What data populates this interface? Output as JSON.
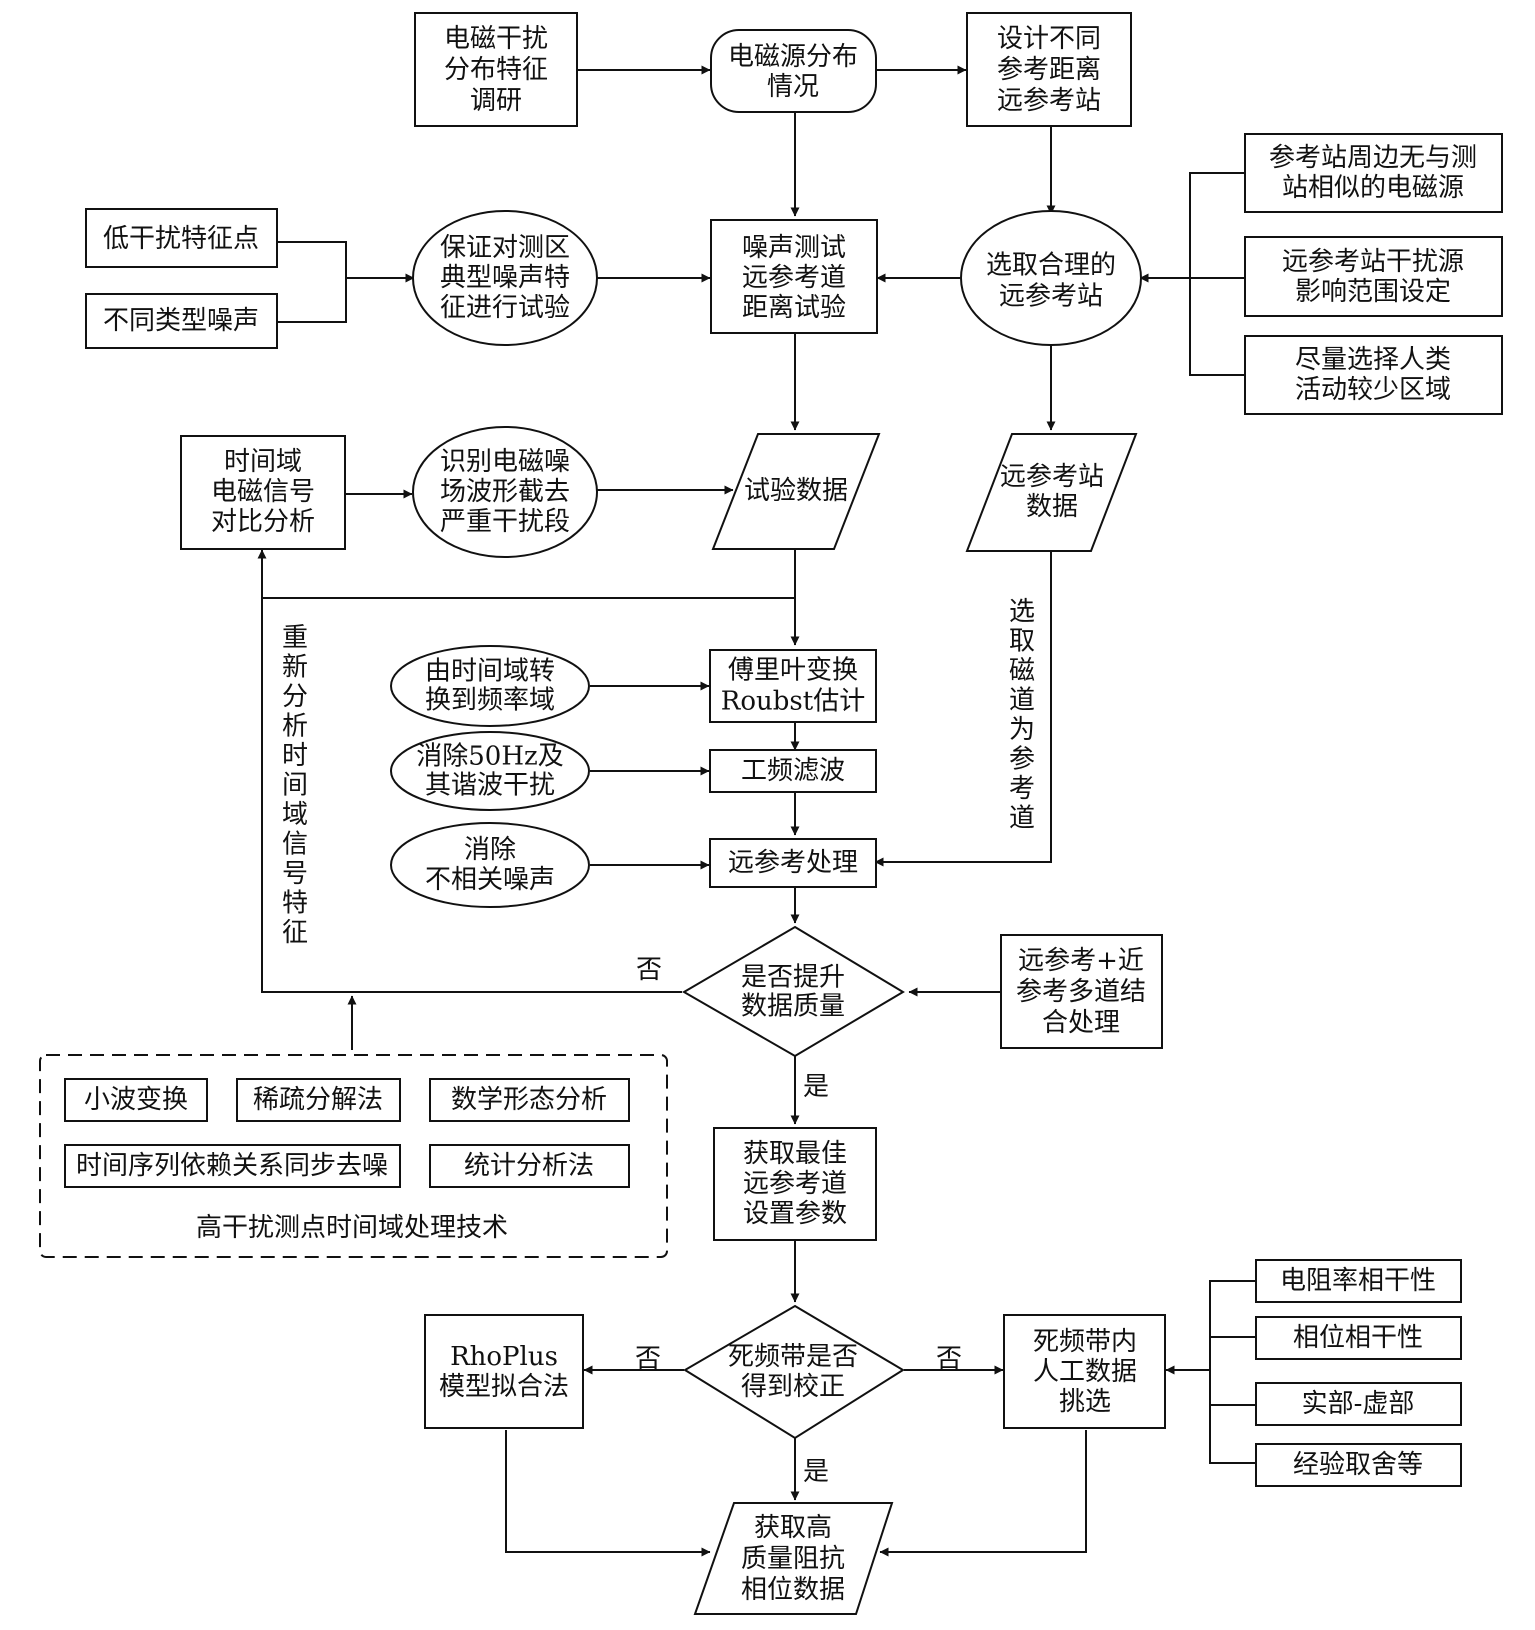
{
  "nodes": {
    "survey": [
      "电磁干扰",
      "分布特征",
      "调研"
    ],
    "em_source": [
      "电磁源分布",
      "情况"
    ],
    "design_ref": [
      "设计不同",
      "参考距离",
      "远参考站"
    ],
    "ref_cond1": [
      "参考站周边无与测",
      "站相似的电磁源"
    ],
    "ref_cond2": [
      "远参考站干扰源",
      "影响范围设定"
    ],
    "ref_cond3": [
      "尽量选择人类",
      "活动较少区域"
    ],
    "select_ref": [
      "选取合理的",
      "远参考站"
    ],
    "low_point": [
      "低干扰特征点"
    ],
    "noise_types": [
      "不同类型噪声"
    ],
    "ensure_test": [
      "保证对测区",
      "典型噪声特",
      "征进行试验"
    ],
    "noise_test": [
      "噪声测试",
      "远参考道",
      "距离试验"
    ],
    "td_compare": [
      "时间域",
      "电磁信号",
      "对比分析"
    ],
    "identify": [
      "识别电磁噪",
      "场波形截去",
      "严重干扰段"
    ],
    "test_data": [
      "试验数据"
    ],
    "ref_data": [
      "远参考站",
      "数据"
    ],
    "td_to_fd": [
      "由时间域转",
      "换到频率域"
    ],
    "fourier": [
      "傅里叶变换",
      "Roubst估计"
    ],
    "remove_50": [
      "消除50Hz及",
      "其谐波干扰"
    ],
    "power_filter": [
      "工频滤波"
    ],
    "remove_noise": [
      "消除",
      "不相关噪声"
    ],
    "remote_proc": [
      "远参考处理"
    ],
    "quality_dec": [
      "是否提升",
      "数据质量"
    ],
    "multi_ref": [
      "远参考+近",
      "参考多道结",
      "合处理"
    ],
    "best_ref": [
      "获取最佳",
      "远参考道",
      "设置参数"
    ],
    "deadband_dec": [
      "死频带是否",
      "得到校正"
    ],
    "rhoplus": [
      "RhoPlus",
      "模型拟合法"
    ],
    "manual_pick": [
      "死频带内",
      "人工数据",
      "挑选"
    ],
    "pick1": [
      "电阻率相干性"
    ],
    "pick2": [
      "相位相干性"
    ],
    "pick3": [
      "实部-虚部"
    ],
    "pick4": [
      "经验取舍等"
    ],
    "final_data": [
      "获取高",
      "质量阻抗",
      "相位数据"
    ]
  },
  "techniques": {
    "items": [
      "小波变换",
      "稀疏分解法",
      "数学形态分析",
      "时间序列依赖关系同步去噪",
      "统计分析法"
    ],
    "caption": "高干扰测点时间域处理技术"
  },
  "vertical_labels": {
    "reanalyze": "重新分析时间域信号特征",
    "select_mag": "选取磁道为参考道"
  },
  "edge_labels": {
    "no": "否",
    "yes": "是"
  }
}
